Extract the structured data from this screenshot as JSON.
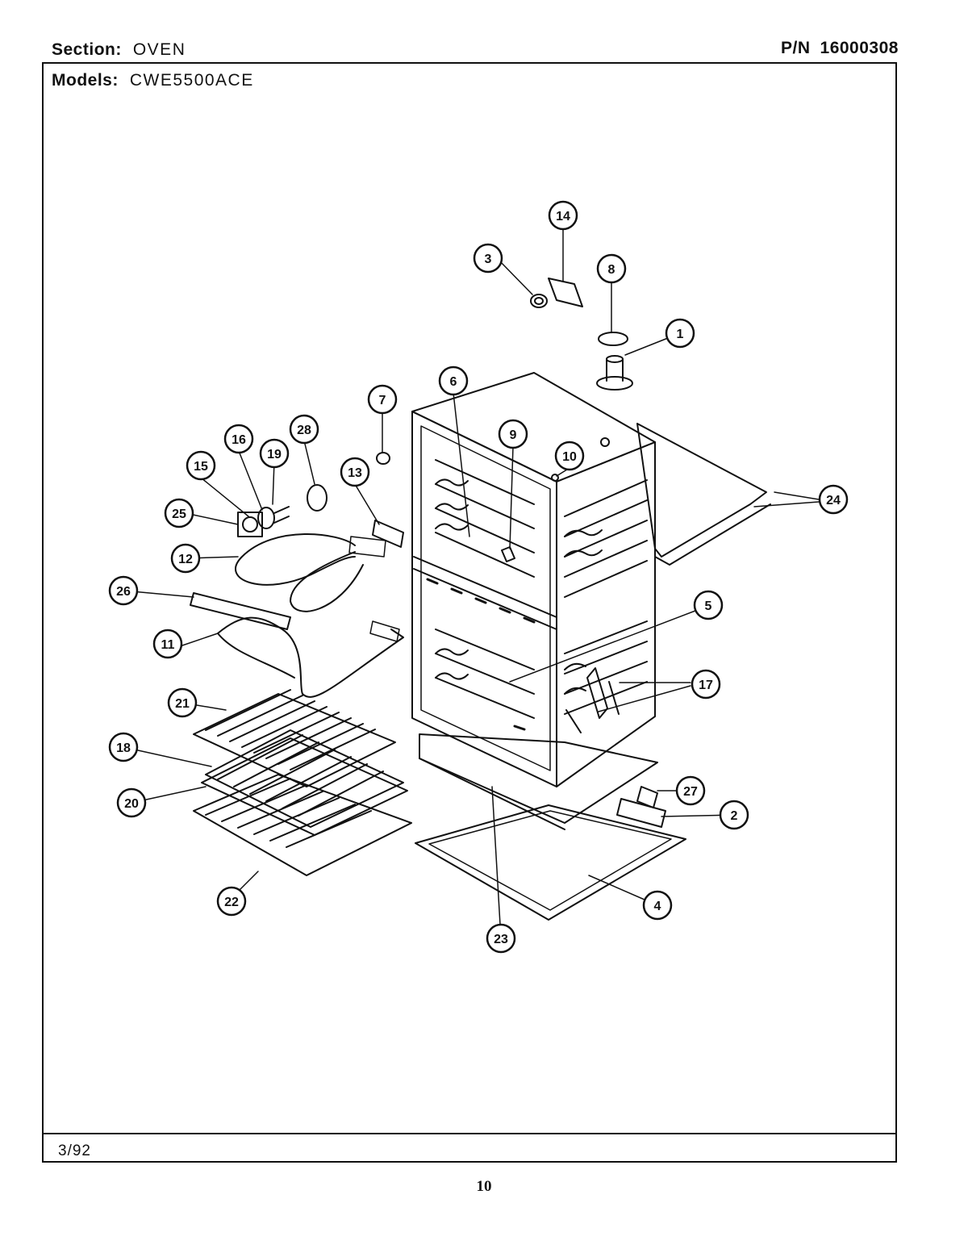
{
  "header": {
    "section_label": "Section:",
    "section_value": "OVEN",
    "models_label": "Models:",
    "models_value": "CWE5500ACE",
    "pn_label": "P/N",
    "pn_value": "16000308"
  },
  "footer": {
    "date": "3/92",
    "page_number": "10"
  },
  "callouts": [
    "1",
    "2",
    "3",
    "4",
    "5",
    "6",
    "7",
    "8",
    "9",
    "10",
    "11",
    "12",
    "13",
    "14",
    "15",
    "16",
    "17",
    "18",
    "19",
    "20",
    "21",
    "22",
    "23",
    "24",
    "25",
    "26",
    "27",
    "28"
  ],
  "colors": {
    "ink": "#111111",
    "paper": "#ffffff"
  }
}
